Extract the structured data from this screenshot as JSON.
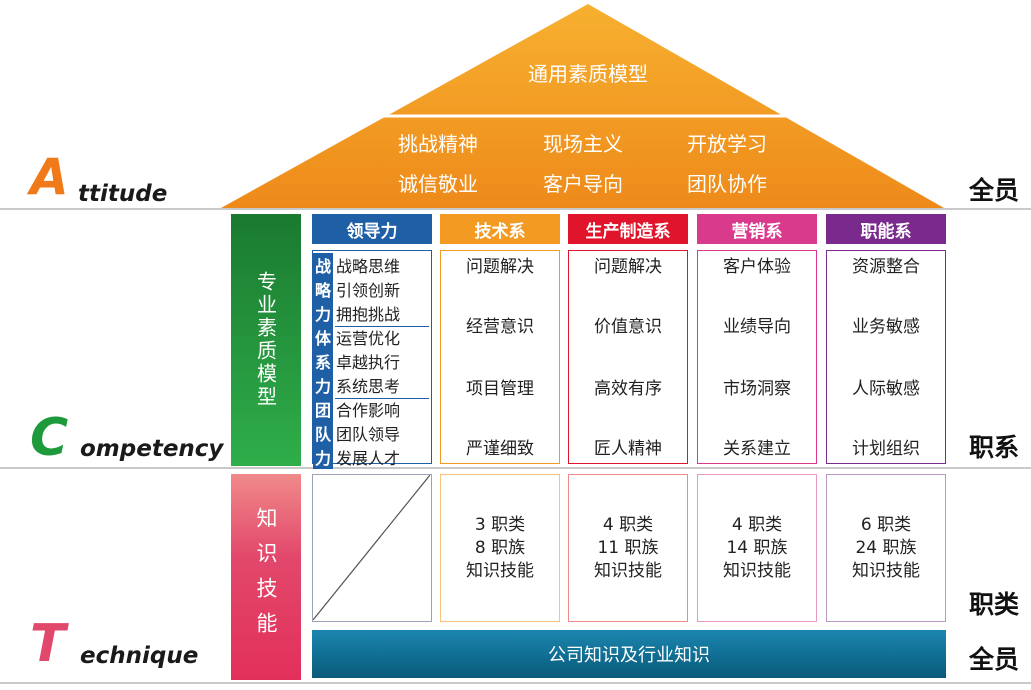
{
  "roof": {
    "title": "通用素质模型",
    "row1": [
      "挑战精神",
      "现场主义",
      "开放学习"
    ],
    "row2": [
      "诚信敬业",
      "客户导向",
      "团队协作"
    ]
  },
  "levels": {
    "attitude": {
      "letter": "A",
      "rest": "ttitude",
      "right": "全员"
    },
    "competency": {
      "letter": "C",
      "rest": "ompetency",
      "right": "职系"
    },
    "technique": {
      "letter": "T",
      "rest": "echnique",
      "right_top": "职类",
      "right_bottom": "全员"
    }
  },
  "left_bars": {
    "professional": "专业素质模型",
    "knowledge": "知识技能"
  },
  "leadership": {
    "header": "领导力",
    "groups": [
      {
        "chars": [
          "战",
          "略",
          "力"
        ],
        "items": [
          "战略思维",
          "引领创新",
          "拥抱挑战"
        ]
      },
      {
        "chars": [
          "体",
          "系",
          "力"
        ],
        "items": [
          "运营优化",
          "卓越执行",
          "系统思考"
        ]
      },
      {
        "chars": [
          "团",
          "队",
          "力"
        ],
        "items": [
          "合作影响",
          "团队领导",
          "发展人才"
        ]
      }
    ]
  },
  "columns": [
    {
      "header": "技术系",
      "items": [
        "问题解决",
        "经营意识",
        "项目管理",
        "严谨细致"
      ],
      "tech": [
        "3 职类",
        "8 职族",
        "知识技能"
      ]
    },
    {
      "header": "生产制造系",
      "items": [
        "问题解决",
        "价值意识",
        "高效有序",
        "匠人精神"
      ],
      "tech": [
        "4 职类",
        "11 职族",
        "知识技能"
      ]
    },
    {
      "header": "营销系",
      "items": [
        "客户体验",
        "业绩导向",
        "市场洞察",
        "关系建立"
      ],
      "tech": [
        "4 职类",
        "14 职族",
        "知识技能"
      ]
    },
    {
      "header": "职能系",
      "items": [
        "资源整合",
        "业务敏感",
        "人际敏感",
        "计划组织"
      ],
      "tech": [
        "6 职类",
        "24 职族",
        "知识技能"
      ]
    }
  ],
  "foundation": "公司知识及行业知识",
  "colors": {
    "roof": "#f39a23",
    "green": "#1e9a3c",
    "pink": "#e2486b",
    "leadership": "#1f5fa5",
    "tech": "#f39a23",
    "manufacturing": "#e0142a",
    "marketing": "#d93a8c",
    "function": "#7a2a8c",
    "foundation": "#0f6b8f"
  }
}
